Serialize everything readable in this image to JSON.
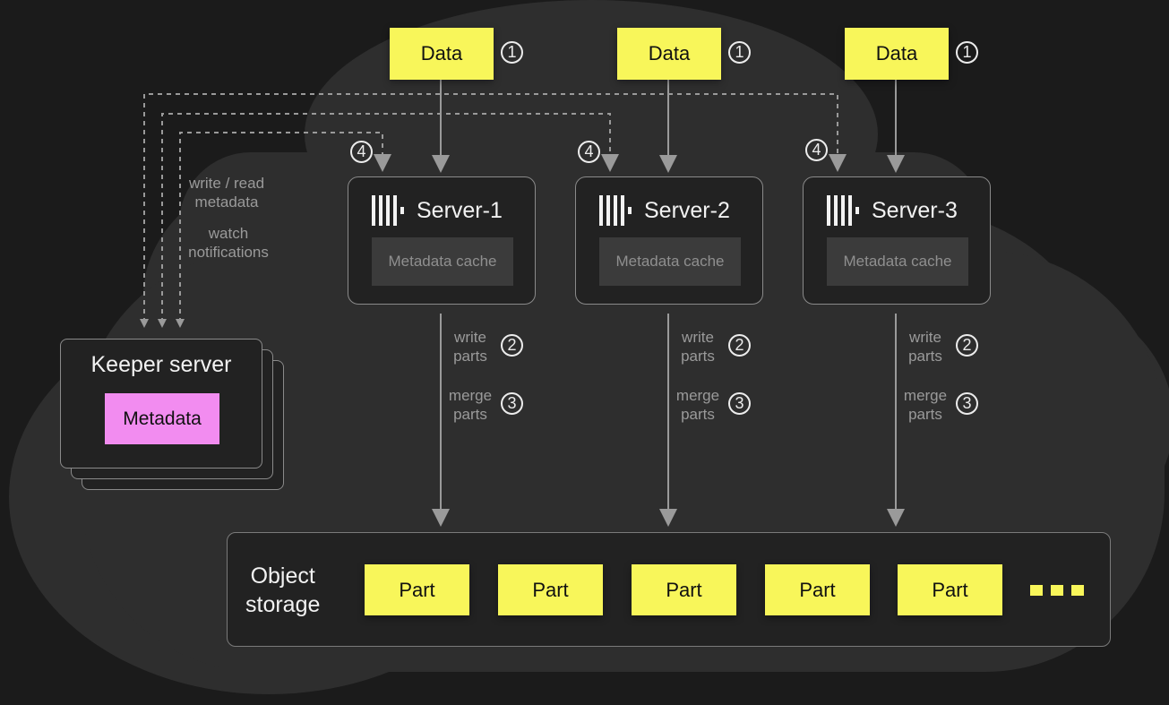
{
  "data_boxes": [
    {
      "label": "Data",
      "step": "1"
    },
    {
      "label": "Data",
      "step": "1"
    },
    {
      "label": "Data",
      "step": "1"
    }
  ],
  "servers": [
    {
      "name": "Server-1",
      "cache": "Metadata cache",
      "notify_step": "4",
      "write_label": "write\nparts",
      "write_step": "2",
      "merge_label": "merge\nparts",
      "merge_step": "3"
    },
    {
      "name": "Server-2",
      "cache": "Metadata cache",
      "notify_step": "4",
      "write_label": "write\nparts",
      "write_step": "2",
      "merge_label": "merge\nparts",
      "merge_step": "3"
    },
    {
      "name": "Server-3",
      "cache": "Metadata cache",
      "notify_step": "4",
      "write_label": "write\nparts",
      "write_step": "2",
      "merge_label": "merge\nparts",
      "merge_step": "3"
    }
  ],
  "keeper": {
    "title": "Keeper server",
    "metadata": "Metadata",
    "link_label_1": "write / read\nmetadata",
    "link_label_2": "watch\nnotifications"
  },
  "storage": {
    "label": "Object\nstorage",
    "parts": [
      "Part",
      "Part",
      "Part",
      "Part",
      "Part"
    ]
  },
  "colors": {
    "background": "#1b1b1b",
    "cloud": "#2e2e2e",
    "data_yellow": "#f8f65a",
    "metadata_pink": "#f28cf0"
  }
}
